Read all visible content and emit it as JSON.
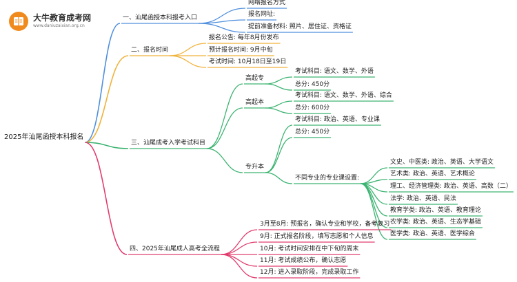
{
  "brand": {
    "title": "大牛教育成考网",
    "url": "www.daniuzaixian.org.cn"
  },
  "root": "2025年汕尾函授本科报名",
  "colors": {
    "branch1": "#4f8fdd",
    "branch2": "#f0b23a",
    "branch3": "#3cb371",
    "branch4": "#e23c6e",
    "logo": "#f08a1c"
  },
  "branches": [
    {
      "label": "一、汕尾函授本科报考入口",
      "children": [
        {
          "label": "网络报名方式"
        },
        {
          "label": "报名网址:"
        },
        {
          "label": "提前准备材料: 照片、居住证、资格证"
        }
      ]
    },
    {
      "label": "二、报名时间",
      "children": [
        {
          "label": "报名公告: 每年8月份发布"
        },
        {
          "label": "预计报名时间: 9月中旬"
        },
        {
          "label": "考试时间: 10月18日至19日"
        }
      ]
    },
    {
      "label": "三、汕尾成考入学考试科目",
      "children": [
        {
          "label": "高起专",
          "children": [
            {
              "label": "考试科目: 语文、数学、外语"
            },
            {
              "label": "总分: 450分"
            }
          ]
        },
        {
          "label": "高起本",
          "children": [
            {
              "label": "考试科目: 语文、数学、外语、综合"
            },
            {
              "label": "总分: 600分"
            }
          ]
        },
        {
          "label": "专升本",
          "children": [
            {
              "label": "考试科目: 政治、英语、专业课"
            },
            {
              "label": "总分: 450分"
            },
            {
              "label": "不同专业的专业课设置:",
              "children": [
                {
                  "label": "文史、中医类: 政治、英语、大学语文"
                },
                {
                  "label": "艺术类: 政治、英语、艺术概论"
                },
                {
                  "label": "理工、经济管理类: 政治、英语、高数（二）"
                },
                {
                  "label": "法学: 政治、英语、民法"
                },
                {
                  "label": "教育学类: 政治、英语、教育理论"
                },
                {
                  "label": "农学类: 政治、英语、生态学基础"
                },
                {
                  "label": "医学类: 政治、英语、医学综合"
                }
              ]
            }
          ]
        }
      ]
    },
    {
      "label": "四、2025年汕尾成人高考全流程",
      "children": [
        {
          "label": "3月至8月: 预报名，确认专业和学校，备考复习"
        },
        {
          "label": "9月: 正式报名阶段，填写志愿和个人信息"
        },
        {
          "label": "10月: 考试时间安排在中下旬的周末"
        },
        {
          "label": "11月: 考试成绩公布，确认志愿"
        },
        {
          "label": "12月: 进入录取阶段，完成录取工作"
        }
      ]
    }
  ]
}
